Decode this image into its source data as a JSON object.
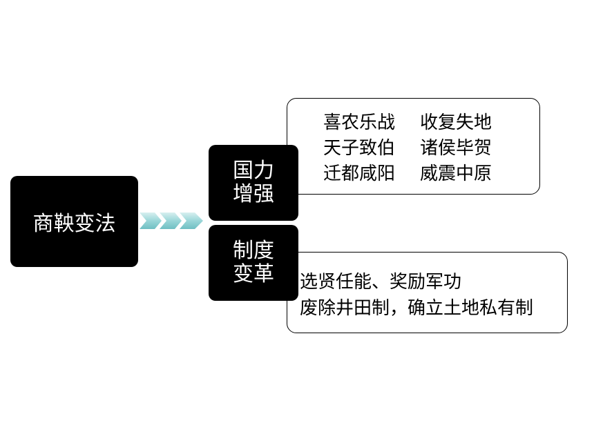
{
  "root": {
    "label": "商鞅变法"
  },
  "branches": [
    {
      "title_line1": "国力",
      "title_line2": "增强",
      "details": [
        [
          "喜农乐战",
          "收复失地"
        ],
        [
          "天子致伯",
          "诸侯毕贺"
        ],
        [
          "迁都咸阳",
          "威震中原"
        ]
      ]
    },
    {
      "title_line1": "制度",
      "title_line2": "变革",
      "details": [
        "选贤任能、奖励军功",
        "废除井田制，确立土地私有制"
      ]
    }
  ],
  "colors": {
    "box_dark": "#000000",
    "arrow_fill": "#9ad6d8",
    "shade": "#dcdcdc"
  },
  "icons": [
    "chevron-arrow-icon"
  ]
}
